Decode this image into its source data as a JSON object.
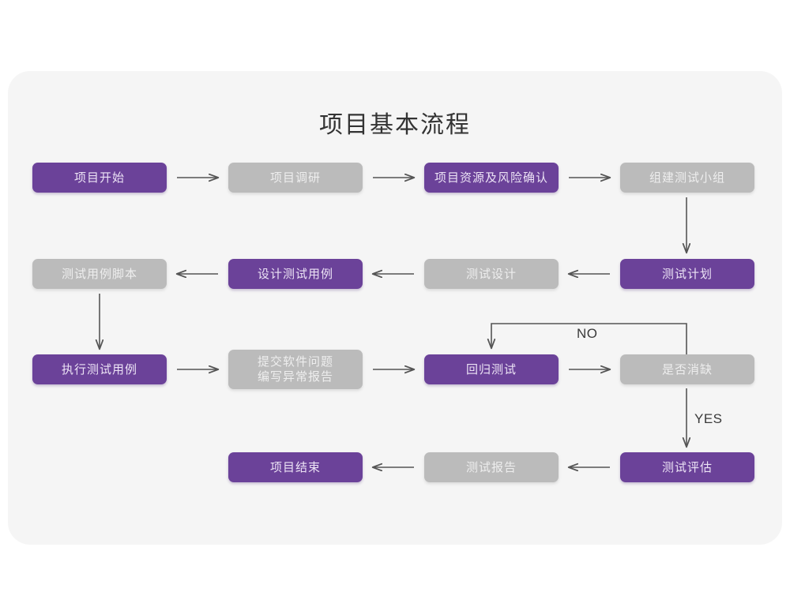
{
  "card": {
    "background": "#f5f5f5",
    "page_background": "#ffffff"
  },
  "title": "项目基本流程",
  "colors": {
    "accent_purple": "#6b4299",
    "muted_gray": "#bbbbbb",
    "purple_text": "#ece3f5",
    "gray_text": "#eeeeee",
    "arrow": "#555555",
    "title_text": "#333333"
  },
  "nodes": [
    {
      "id": "n1",
      "label": "项目开始",
      "style": "purple",
      "row": 1,
      "col": 1
    },
    {
      "id": "n2",
      "label": "项目调研",
      "style": "gray",
      "row": 1,
      "col": 2
    },
    {
      "id": "n3",
      "label": "项目资源及风险确认",
      "style": "purple",
      "row": 1,
      "col": 3
    },
    {
      "id": "n4",
      "label": "组建测试小组",
      "style": "gray",
      "row": 1,
      "col": 4
    },
    {
      "id": "n5",
      "label": "测试用例脚本",
      "style": "gray",
      "row": 2,
      "col": 1
    },
    {
      "id": "n6",
      "label": "设计测试用例",
      "style": "purple",
      "row": 2,
      "col": 2
    },
    {
      "id": "n7",
      "label": "测试设计",
      "style": "gray",
      "row": 2,
      "col": 3
    },
    {
      "id": "n8",
      "label": "测试计划",
      "style": "purple",
      "row": 2,
      "col": 4
    },
    {
      "id": "n9",
      "label": "执行测试用例",
      "style": "purple",
      "row": 3,
      "col": 1
    },
    {
      "id": "n10",
      "label": "提交软件问题\n编写异常报告",
      "style": "gray",
      "row": 3,
      "col": 2
    },
    {
      "id": "n11",
      "label": "回归测试",
      "style": "purple",
      "row": 3,
      "col": 3
    },
    {
      "id": "n12",
      "label": "是否消缺",
      "style": "gray",
      "row": 3,
      "col": 4
    },
    {
      "id": "n13",
      "label": "项目结束",
      "style": "purple",
      "row": 4,
      "col": 2
    },
    {
      "id": "n14",
      "label": "测试报告",
      "style": "gray",
      "row": 4,
      "col": 3
    },
    {
      "id": "n15",
      "label": "测试评估",
      "style": "purple",
      "row": 4,
      "col": 4
    }
  ],
  "edge_labels": {
    "no": "NO",
    "yes": "YES"
  },
  "flow": {
    "row1_direction": "right",
    "row2_direction": "left",
    "row3_direction": "right",
    "row4_direction": "left",
    "decision_no_target": "回归测试",
    "decision_yes_target": "测试评估"
  }
}
